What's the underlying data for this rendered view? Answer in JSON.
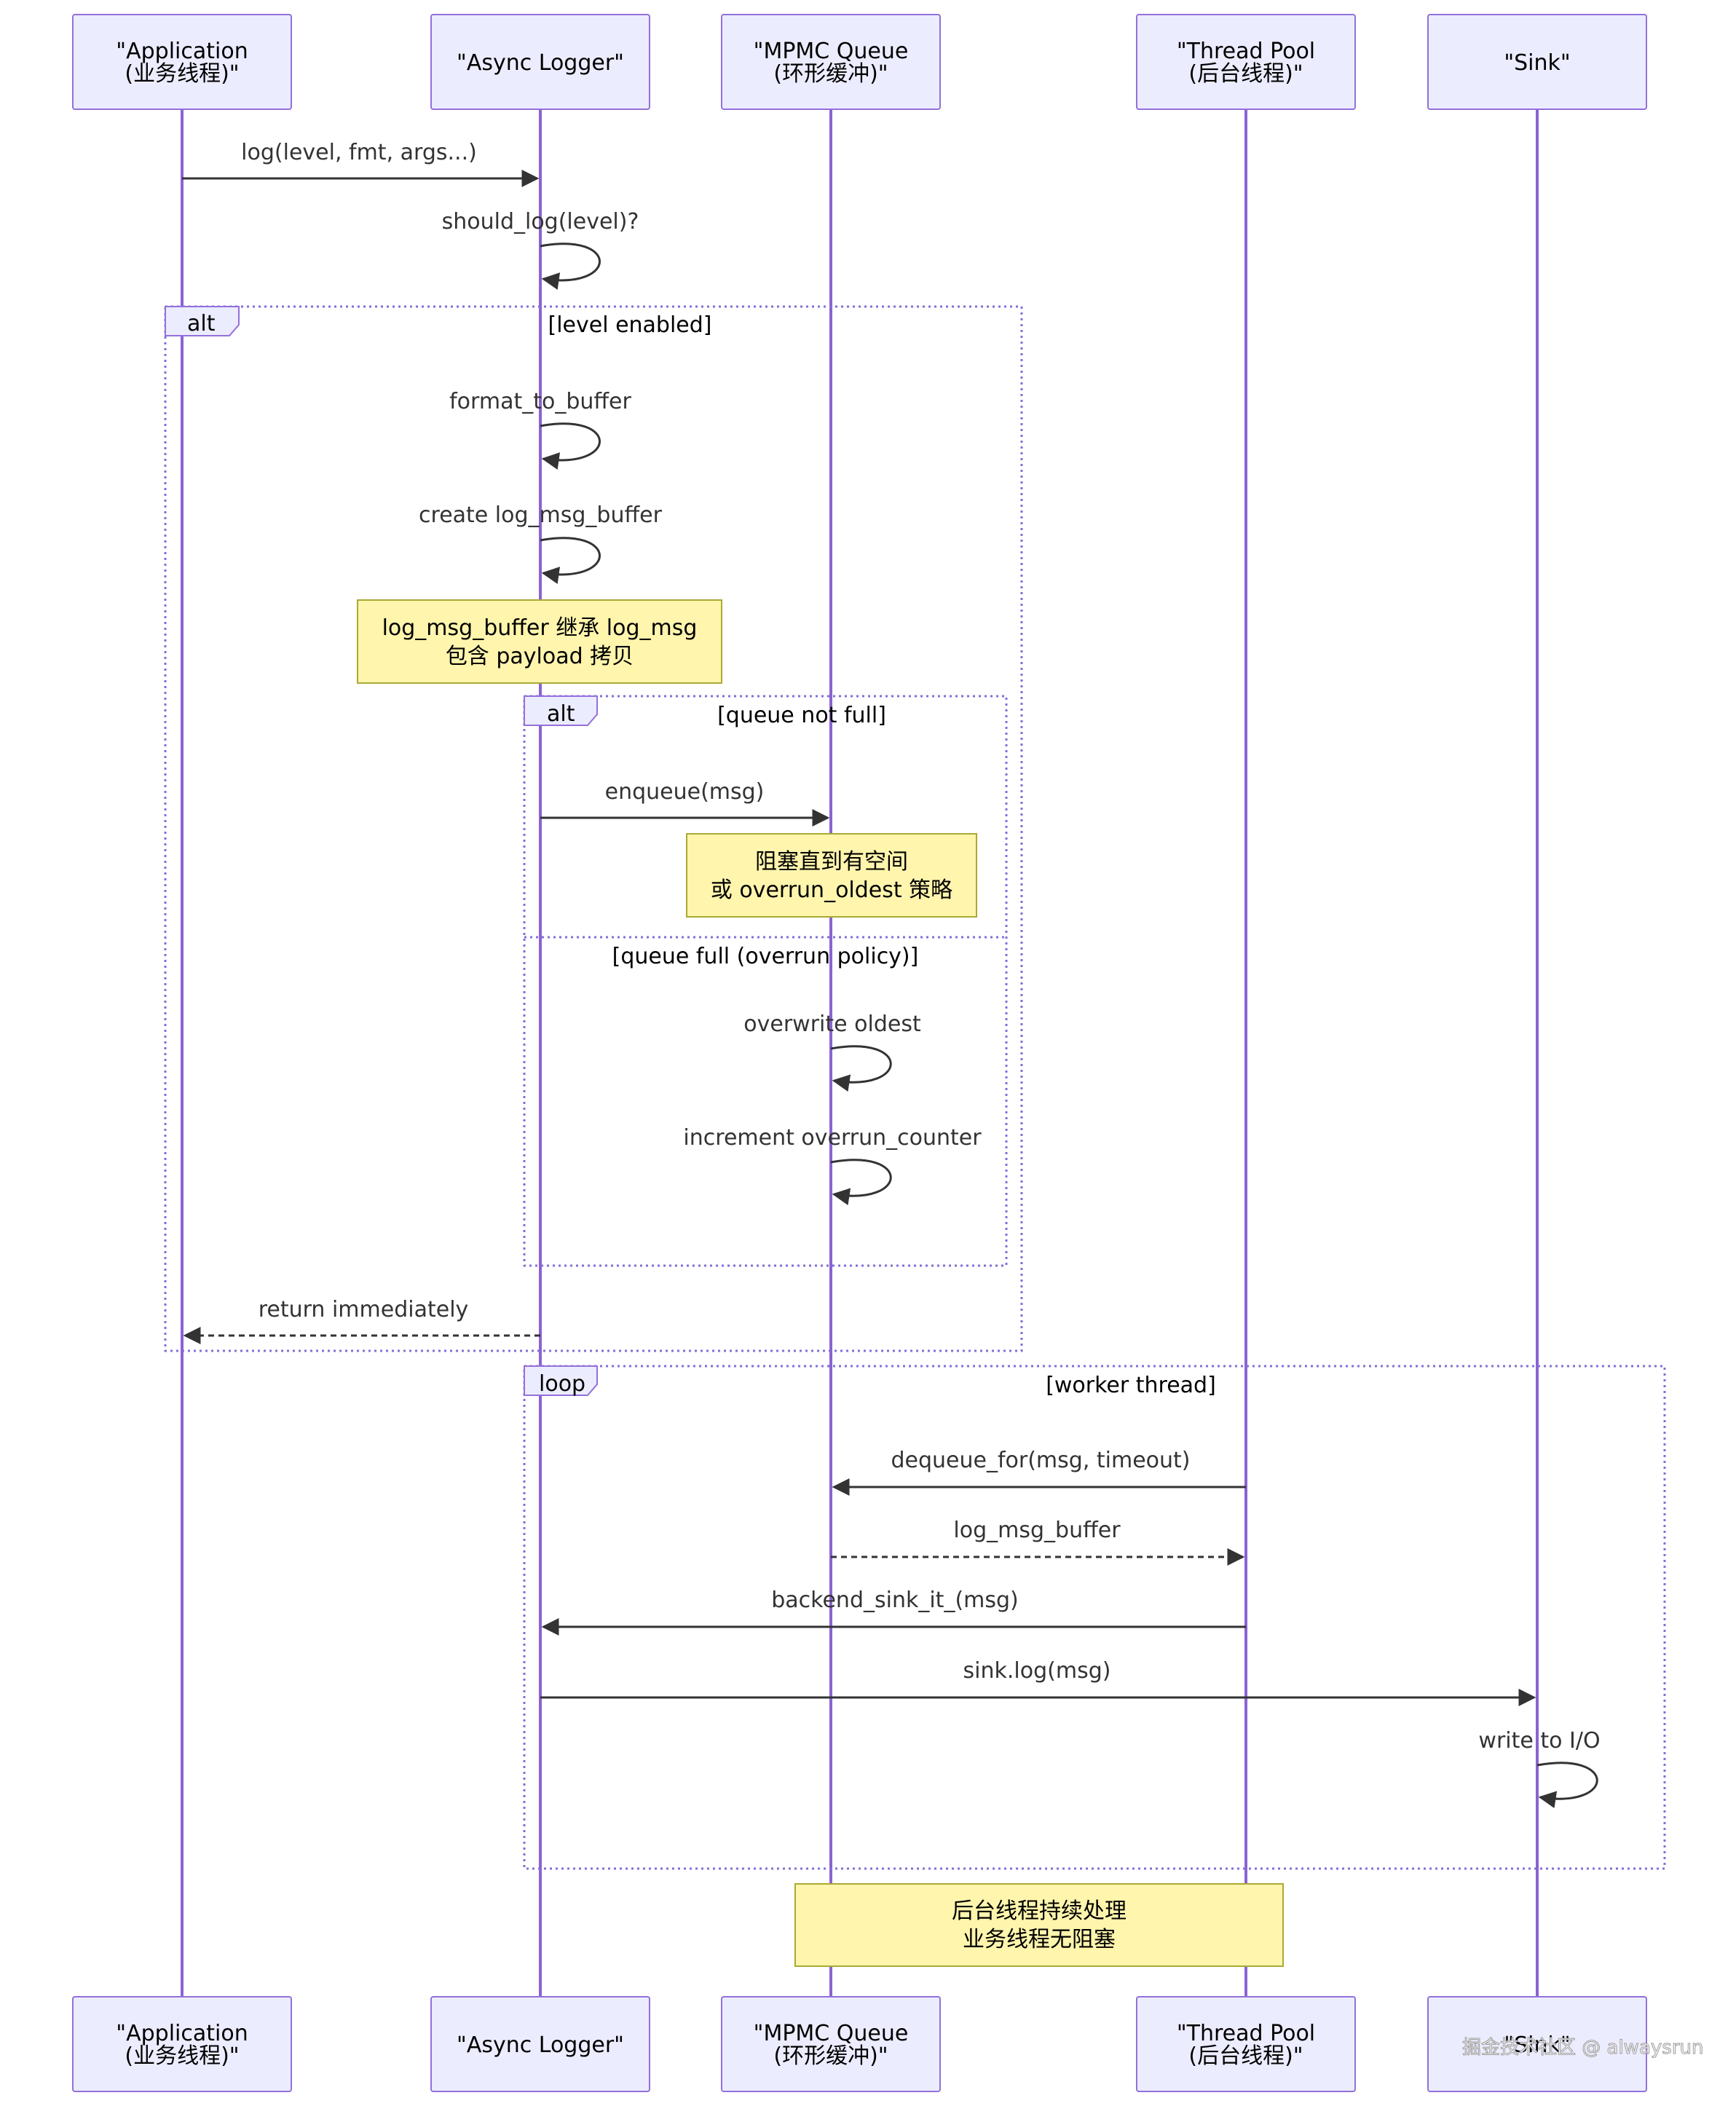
{
  "participants": [
    {
      "id": "app",
      "lines": [
        "\"Application",
        "(业务线程)\""
      ]
    },
    {
      "id": "logger",
      "lines": [
        "\"Async Logger\""
      ]
    },
    {
      "id": "queue",
      "lines": [
        "\"MPMC Queue",
        "(环形缓冲)\""
      ]
    },
    {
      "id": "pool",
      "lines": [
        "\"Thread Pool",
        "(后台线程)\""
      ]
    },
    {
      "id": "sink",
      "lines": [
        "\"Sink\""
      ]
    }
  ],
  "messages": [
    {
      "id": "m1",
      "from": "app",
      "to": "logger",
      "label": "log(level, fmt, args...)",
      "style": "solid"
    },
    {
      "id": "m2",
      "from": "logger",
      "to": "logger",
      "label": "should_log(level)?",
      "style": "solid"
    },
    {
      "id": "m3",
      "from": "logger",
      "to": "logger",
      "label": "format_to_buffer",
      "style": "solid"
    },
    {
      "id": "m4",
      "from": "logger",
      "to": "logger",
      "label": "create log_msg_buffer",
      "style": "solid"
    },
    {
      "id": "m5",
      "from": "logger",
      "to": "queue",
      "label": "enqueue(msg)",
      "style": "solid"
    },
    {
      "id": "m6",
      "from": "queue",
      "to": "queue",
      "label": "overwrite oldest",
      "style": "solid"
    },
    {
      "id": "m7",
      "from": "queue",
      "to": "queue",
      "label": "increment overrun_counter",
      "style": "solid"
    },
    {
      "id": "m8",
      "from": "logger",
      "to": "app",
      "label": "return immediately",
      "style": "dashed"
    },
    {
      "id": "m9",
      "from": "pool",
      "to": "queue",
      "label": "dequeue_for(msg, timeout)",
      "style": "solid"
    },
    {
      "id": "m10",
      "from": "queue",
      "to": "pool",
      "label": "log_msg_buffer",
      "style": "dashed"
    },
    {
      "id": "m11",
      "from": "pool",
      "to": "logger",
      "label": "backend_sink_it_(msg)",
      "style": "solid"
    },
    {
      "id": "m12",
      "from": "logger",
      "to": "sink",
      "label": "sink.log(msg)",
      "style": "solid"
    },
    {
      "id": "m13",
      "from": "sink",
      "to": "sink",
      "label": "write to I/O",
      "style": "solid"
    }
  ],
  "frames": [
    {
      "id": "f1",
      "kind": "alt",
      "condition": "[level enabled]"
    },
    {
      "id": "f2",
      "kind": "alt",
      "condition": "[queue not full]",
      "else_condition": "[queue full (overrun policy)]"
    },
    {
      "id": "f3",
      "kind": "loop",
      "condition": "[worker thread]"
    }
  ],
  "notes": [
    {
      "id": "n1",
      "lines": [
        "log_msg_buffer 继承 log_msg",
        "包含 payload 拷贝"
      ]
    },
    {
      "id": "n2",
      "lines": [
        "阻塞直到有空间",
        "或 overrun_oldest 策略"
      ]
    },
    {
      "id": "n3",
      "lines": [
        "后台线程持续处理",
        "业务线程无阻塞"
      ]
    }
  ],
  "watermark": "掘金技术社区 @ alwaysrun",
  "colors": {
    "actor_fill": "#ECECFF",
    "actor_stroke": "#9370DB",
    "lifeline": "#8A63D2",
    "message": "#333333",
    "note_fill": "#FFF5AD",
    "note_stroke": "#AAAA33"
  }
}
